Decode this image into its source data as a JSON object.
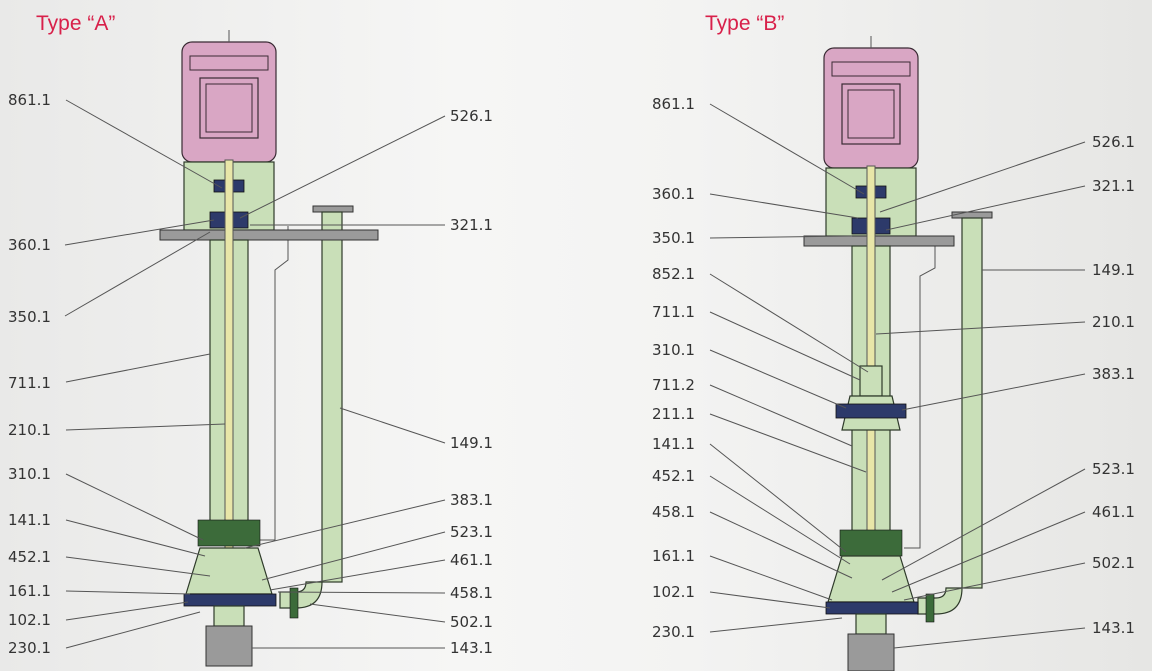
{
  "diagram": {
    "type_a": {
      "title": "Type “A”",
      "labels_left": [
        "861.1",
        "360.1",
        "350.1",
        "711.1",
        "210.1",
        "310.1",
        "141.1",
        "452.1",
        "161.1",
        "102.1",
        "230.1"
      ],
      "labels_right": [
        "526.1",
        "321.1",
        "149.1",
        "383.1",
        "523.1",
        "461.1",
        "458.1",
        "502.1",
        "143.1"
      ]
    },
    "type_b": {
      "title": "Type “B”",
      "labels_left": [
        "861.1",
        "360.1",
        "350.1",
        "852.1",
        "711.1",
        "310.1",
        "711.2",
        "211.1",
        "141.1",
        "452.1",
        "458.1",
        "161.1",
        "102.1",
        "230.1"
      ],
      "labels_right": [
        "526.1",
        "321.1",
        "149.1",
        "210.1",
        "383.1",
        "523.1",
        "461.1",
        "502.1",
        "143.1"
      ]
    },
    "colors": {
      "title": "#d8204a",
      "motor": "#d9a6c4",
      "body": "#c9dfb8",
      "shaft": "#e8e6a8",
      "bearing": "#2d3a6a"
    }
  }
}
